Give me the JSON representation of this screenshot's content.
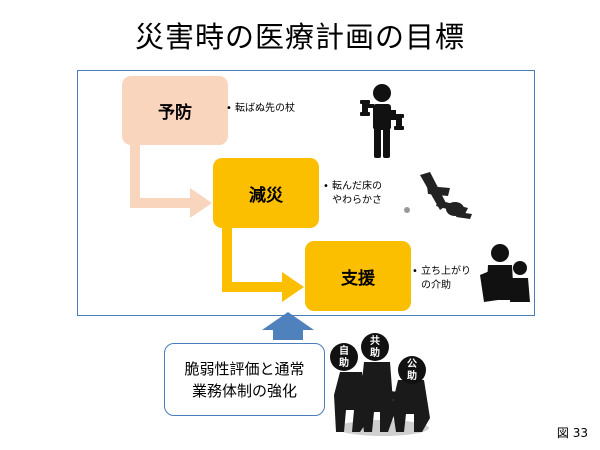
{
  "title": "災害時の医療計画の目標",
  "steps": [
    {
      "label": "予防",
      "note_lines": [
        "転ばぬ先の杖"
      ]
    },
    {
      "label": "減災",
      "note_lines": [
        "転んだ床の",
        "やわらかさ"
      ]
    },
    {
      "label": "支援",
      "note_lines": [
        "立ち上がり",
        "の介助"
      ]
    }
  ],
  "caption": {
    "lines": [
      "脆弱性評価と通常",
      "業務体制の強化"
    ]
  },
  "bubbles": [
    {
      "chars": [
        "自",
        "助"
      ]
    },
    {
      "chars": [
        "共",
        "助"
      ]
    },
    {
      "chars": [
        "公",
        "助"
      ]
    }
  ],
  "figure_number": "図 33",
  "colors": {
    "step_light": "#fad5bd",
    "step_strong": "#fcbf00",
    "frame": "#4a7ebb",
    "up_arrow": "#4f81bd"
  },
  "icons": [
    "dumbbell-person-icon",
    "fallen-person-icon",
    "helping-person-icon",
    "team-huddle-icon"
  ]
}
